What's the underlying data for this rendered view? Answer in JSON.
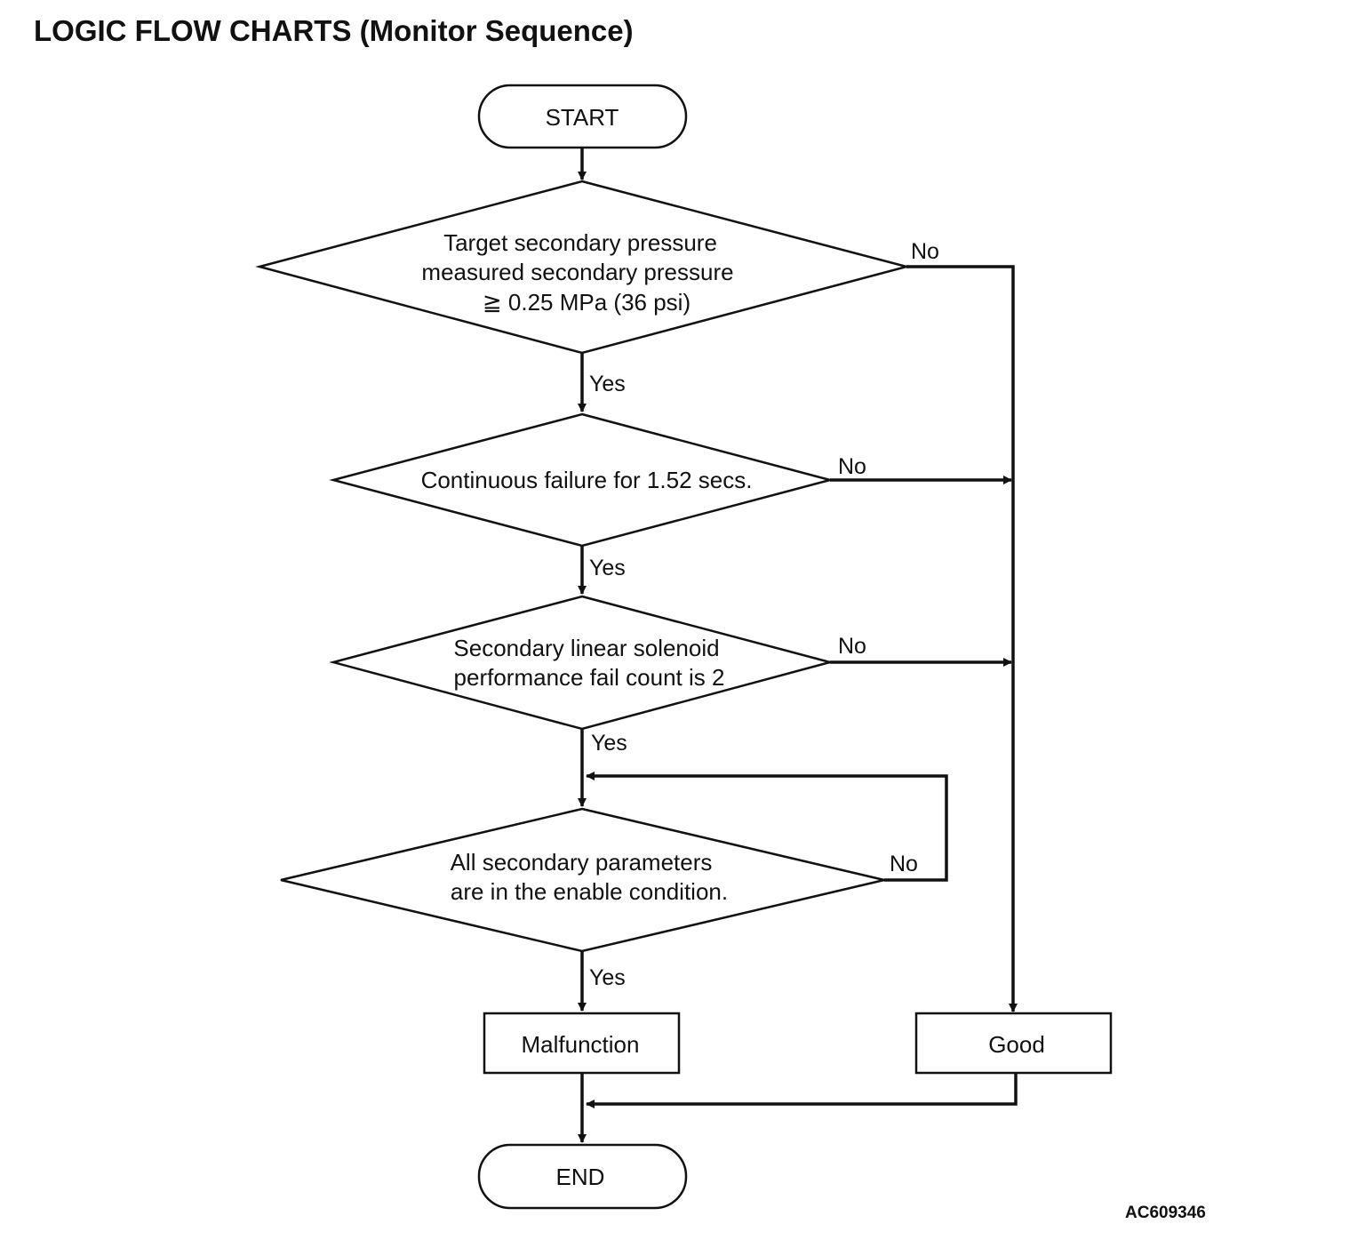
{
  "title": "LOGIC FLOW CHARTS (Monitor Sequence)",
  "figure_id": "AC609346",
  "nodes": {
    "start": "START",
    "d1": [
      "Target secondary pressure",
      "measured secondary pressure",
      "≧ 0.25 MPa (36 psi)"
    ],
    "d2": [
      "Continuous failure for 1.52 secs."
    ],
    "d3": [
      "Secondary linear solenoid",
      "performance fail count is 2"
    ],
    "d4": [
      "All secondary parameters",
      "are in the enable condition."
    ],
    "malfunction": "Malfunction",
    "good": "Good",
    "end": "END"
  },
  "edge_labels": {
    "yes": "Yes",
    "no": "No"
  }
}
